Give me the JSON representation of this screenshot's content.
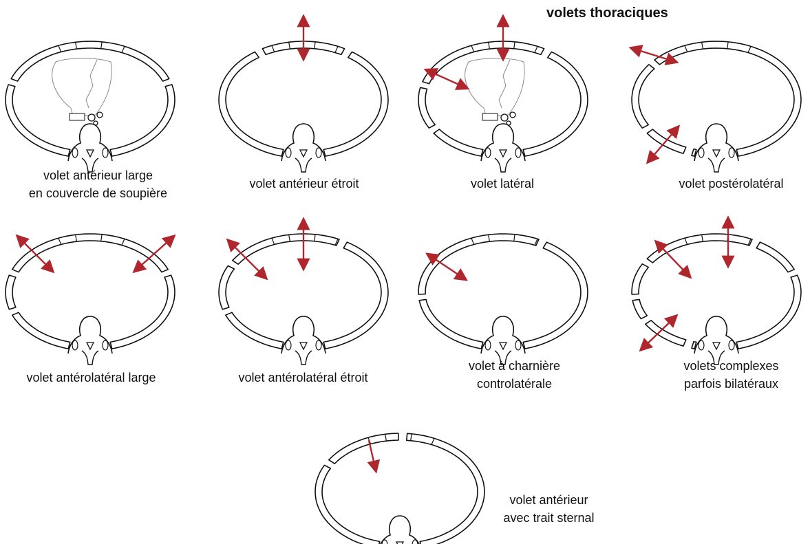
{
  "title": "volets thoraciques",
  "colors": {
    "outline": "#111111",
    "arrow": "#b0262d",
    "heart": "#888888"
  },
  "panels": [
    {
      "id": "anterior-wide",
      "icons": [
        "rib-cage-icon",
        "heart-icon",
        "vertebra-icon"
      ],
      "caption": [
        "volet antérieur large",
        "en couvercle de soupière"
      ]
    },
    {
      "id": "anterior-narrow",
      "icons": [
        "rib-cage-icon",
        "vertical-arrow-icon",
        "vertebra-icon"
      ],
      "caption": [
        "volet antérieur étroit"
      ]
    },
    {
      "id": "lateral",
      "icons": [
        "rib-cage-icon",
        "heart-icon",
        "vertical-arrow-icon",
        "lateral-arrow-icon"
      ],
      "caption": [
        "volet latéral"
      ]
    },
    {
      "id": "posterolateral",
      "icons": [
        "rib-cage-icon",
        "lateral-arrow-icon",
        "posterior-arrow-icon"
      ],
      "caption": [
        "volet postérolatéral"
      ]
    },
    {
      "id": "anterolateral-wide",
      "icons": [
        "rib-cage-icon",
        "left-arrow-icon",
        "right-arrow-icon"
      ],
      "caption": [
        "volet antérolatéral large"
      ]
    },
    {
      "id": "anterolateral-narrow",
      "icons": [
        "rib-cage-icon",
        "lateral-arrow-icon",
        "vertical-arrow-icon"
      ],
      "caption": [
        "volet antérolatéral étroit"
      ]
    },
    {
      "id": "contralateral-hinge",
      "icons": [
        "rib-cage-icon",
        "lateral-arrow-icon"
      ],
      "caption": [
        "volet à charnière",
        "controlatérale"
      ]
    },
    {
      "id": "complex",
      "icons": [
        "rib-cage-icon",
        "lateral-arrow-icon",
        "vertical-arrow-icon",
        "posterior-arrow-icon"
      ],
      "caption": [
        "volets complexes",
        "parfois bilatéraux"
      ]
    },
    {
      "id": "sternal",
      "icons": [
        "rib-cage-icon",
        "sternal-arrow-icon"
      ],
      "caption": [
        "volet antérieur",
        "avec trait sternal"
      ]
    }
  ]
}
